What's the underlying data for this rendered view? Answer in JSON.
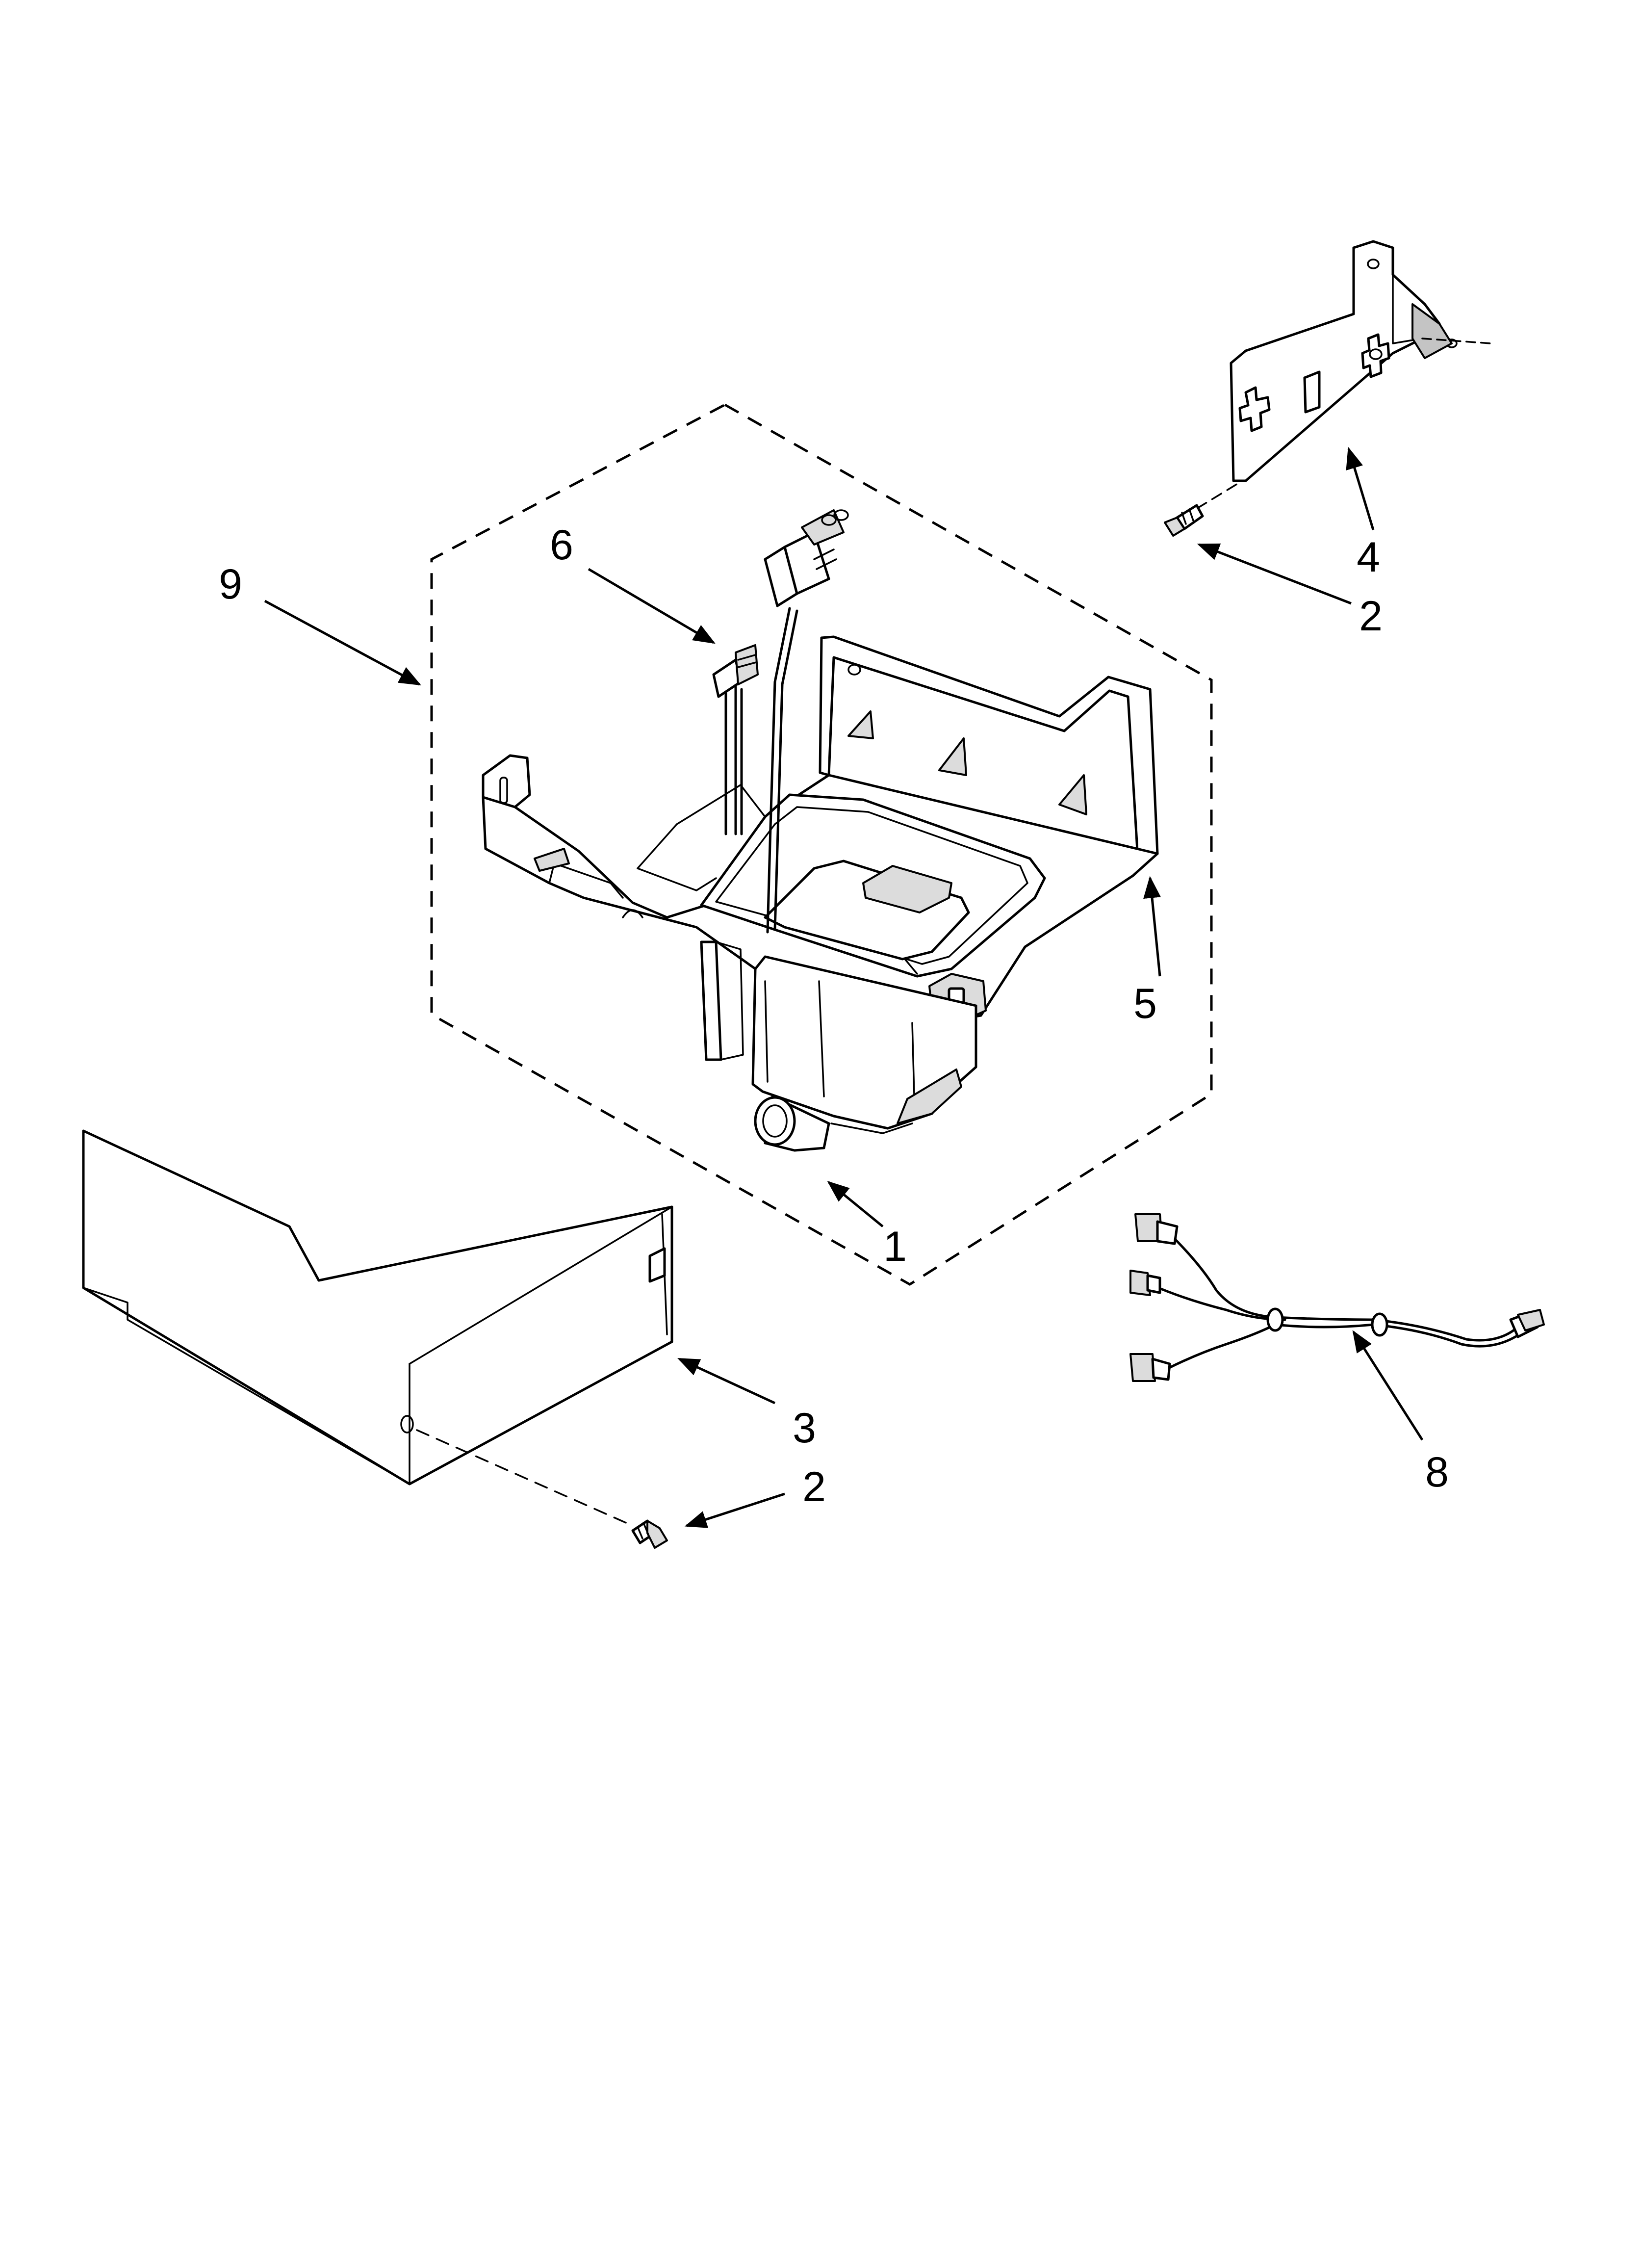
{
  "callouts": {
    "c1": "1",
    "c2a": "2",
    "c2b": "2",
    "c3": "3",
    "c4": "4",
    "c5": "5",
    "c6": "6",
    "c8": "8",
    "c9": "9"
  },
  "colors": {
    "ink": "#000000",
    "paper": "#ffffff",
    "shade": "#dcdcdc"
  }
}
